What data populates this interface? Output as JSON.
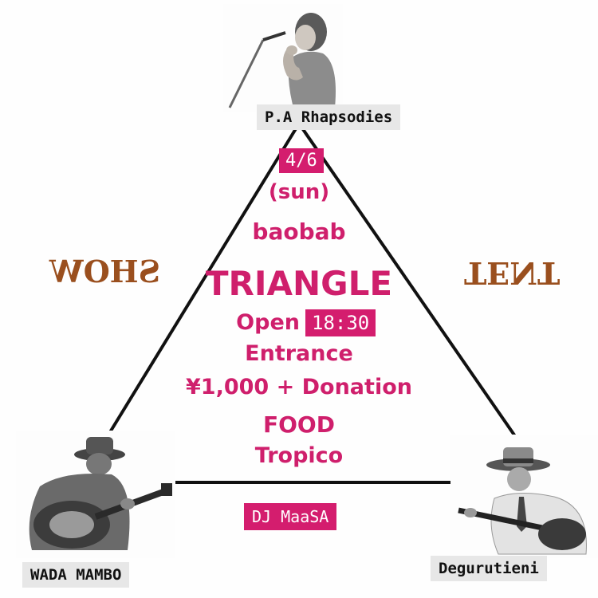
{
  "performers": {
    "top": "P.A Rhapsodies",
    "bottom_left": "WADA MAMBO",
    "bottom_right": "Degurutieni",
    "dj": "DJ MaaSA"
  },
  "side_labels": {
    "left": "SHOW",
    "right": "TENT"
  },
  "event": {
    "date": "4/6",
    "day": "(sun)",
    "venue": "baobab",
    "title": "TRIANGLE",
    "open_label": "Open",
    "open_time": "18:30",
    "entrance_label": "Entrance",
    "price": "¥1,000 + Donation",
    "food_label": "FOOD",
    "food_vendor": "Tropico"
  },
  "colors": {
    "accent": "#d41d6e",
    "side_label": "#9a4f1e",
    "tag_bg": "#e7e7e7",
    "line": "#111111"
  },
  "icons": {
    "top_photo": "singer-photo",
    "bottom_left_photo": "guitarist-photo",
    "bottom_right_photo": "guitarist-hat-photo"
  }
}
